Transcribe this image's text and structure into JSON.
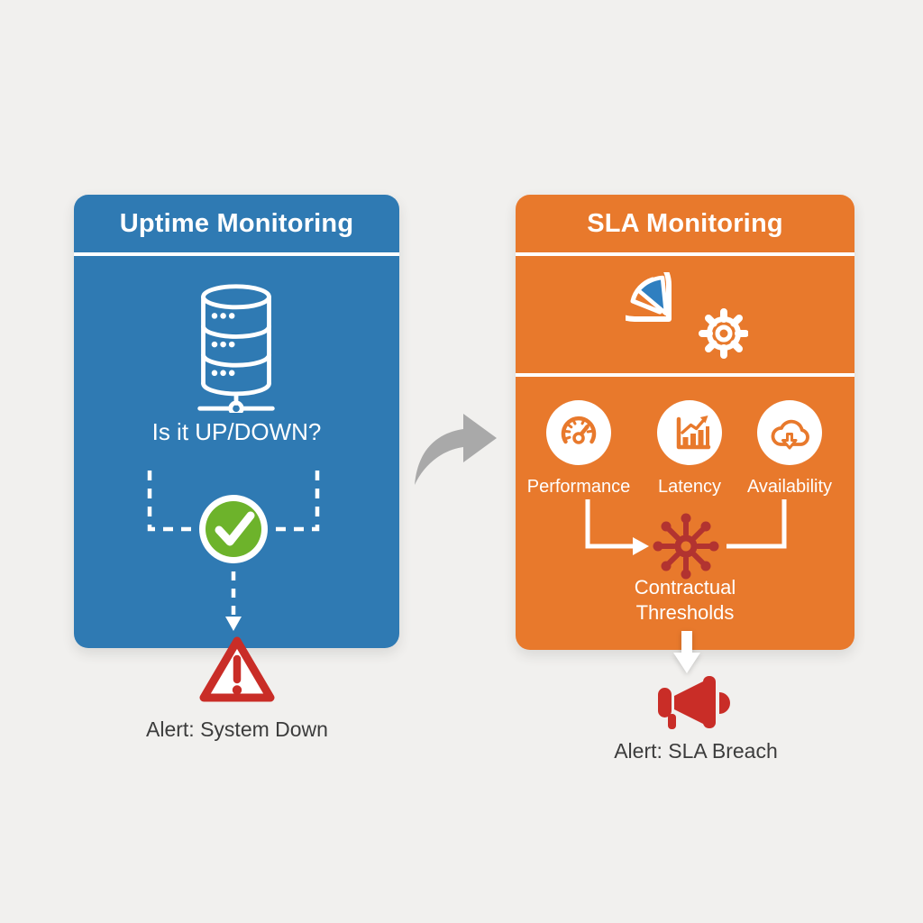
{
  "colors": {
    "background": "#f1f0ee",
    "blue": "#2f7ab3",
    "orange": "#e8792c",
    "green": "#6db32b",
    "red": "#c92d27",
    "dark_red": "#b23330",
    "gray_arrow": "#a9a9a9",
    "text_dark": "#3c3c3c",
    "white": "#ffffff",
    "blue_slice": "#2f7fc0"
  },
  "left_panel": {
    "title": "Uptime Monitoring",
    "icon": "database-icon",
    "question": "Is it UP/DOWN?",
    "status_icon": "check-circle-icon",
    "flow_icon": "dashed-arrow-icon",
    "alert_icon": "warning-triangle-icon",
    "alert_label": "Alert: System Down"
  },
  "connector": {
    "icon": "curved-arrow-icon"
  },
  "right_panel": {
    "title": "SLA Monitoring",
    "icon": "pie-chart-gear-icon",
    "metrics": [
      {
        "label": "Performance",
        "icon": "speedometer-icon"
      },
      {
        "label": "Latency",
        "icon": "bar-chart-icon"
      },
      {
        "label": "Availability",
        "icon": "cloud-download-icon"
      }
    ],
    "hub_icon": "hub-icon",
    "threshold_label": "Contractual Thresholds",
    "flow_icon": "block-arrow-down-icon",
    "alert_icon": "megaphone-icon",
    "alert_label": "Alert: SLA Breach"
  }
}
